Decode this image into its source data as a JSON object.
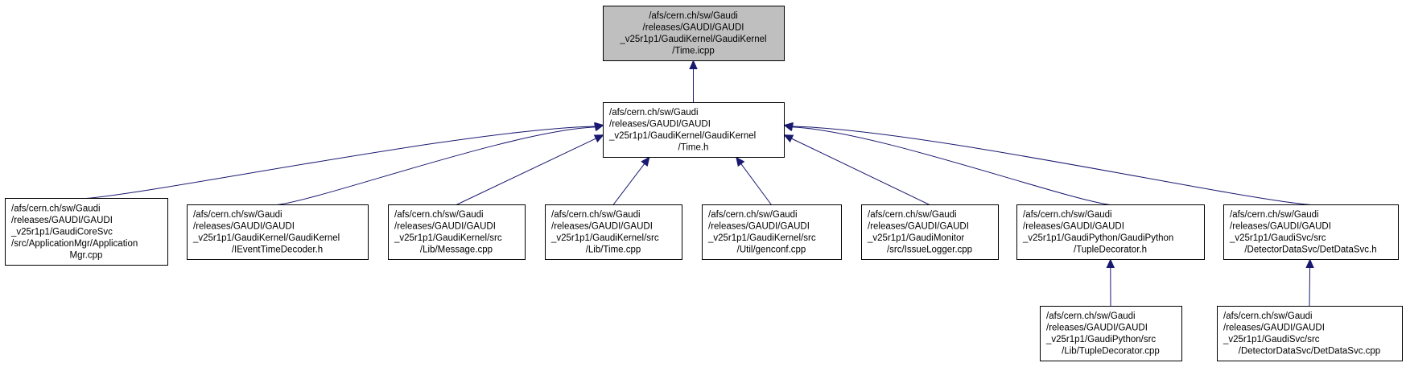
{
  "colors": {
    "edge": "#191970",
    "root_fill": "#bfbfbf",
    "node_fill": "#ffffff",
    "border": "#000000"
  },
  "nodes": [
    {
      "id": "root",
      "lines": [
        "/afs/cern.ch/sw/Gaudi",
        "/releases/GAUDI/GAUDI",
        "_v25r1p1/GaudiKernel/GaudiKernel",
        "/Time.icpp"
      ],
      "align": "center",
      "root": true
    },
    {
      "id": "time_h",
      "lines": [
        "/afs/cern.ch/sw/Gaudi",
        "/releases/GAUDI/GAUDI",
        "_v25r1p1/GaudiKernel/GaudiKernel",
        "/Time.h"
      ],
      "align": "center-last"
    },
    {
      "id": "appmgr",
      "lines": [
        "/afs/cern.ch/sw/Gaudi",
        "/releases/GAUDI/GAUDI",
        "_v25r1p1/GaudiCoreSvc",
        "/src/ApplicationMgr/Application",
        "Mgr.cpp"
      ],
      "align": "center-last"
    },
    {
      "id": "ieventtime",
      "lines": [
        "/afs/cern.ch/sw/Gaudi",
        "/releases/GAUDI/GAUDI",
        "_v25r1p1/GaudiKernel/GaudiKernel",
        "/IEventTimeDecoder.h"
      ],
      "align": "center-last"
    },
    {
      "id": "message",
      "lines": [
        "/afs/cern.ch/sw/Gaudi",
        "/releases/GAUDI/GAUDI",
        "_v25r1p1/GaudiKernel/src",
        "/Lib/Message.cpp"
      ],
      "align": "center-last"
    },
    {
      "id": "time_cpp",
      "lines": [
        "/afs/cern.ch/sw/Gaudi",
        "/releases/GAUDI/GAUDI",
        "_v25r1p1/GaudiKernel/src",
        "/Lib/Time.cpp"
      ],
      "align": "center-last"
    },
    {
      "id": "genconf",
      "lines": [
        "/afs/cern.ch/sw/Gaudi",
        "/releases/GAUDI/GAUDI",
        "_v25r1p1/GaudiKernel/src",
        "/Util/genconf.cpp"
      ],
      "align": "center-last"
    },
    {
      "id": "issuelogger",
      "lines": [
        "/afs/cern.ch/sw/Gaudi",
        "/releases/GAUDI/GAUDI",
        "_v25r1p1/GaudiMonitor",
        "/src/IssueLogger.cpp"
      ],
      "align": "center-last"
    },
    {
      "id": "tupledec_h",
      "lines": [
        "/afs/cern.ch/sw/Gaudi",
        "/releases/GAUDI/GAUDI",
        "_v25r1p1/GaudiPython/GaudiPython",
        "/TupleDecorator.h"
      ],
      "align": "center-last"
    },
    {
      "id": "detdatasvc_h",
      "lines": [
        "/afs/cern.ch/sw/Gaudi",
        "/releases/GAUDI/GAUDI",
        "_v25r1p1/GaudiSvc/src",
        "/DetectorDataSvc/DetDataSvc.h"
      ],
      "align": "center-last"
    },
    {
      "id": "tupledec_cpp",
      "lines": [
        "/afs/cern.ch/sw/Gaudi",
        "/releases/GAUDI/GAUDI",
        "_v25r1p1/GaudiPython/src",
        "/Lib/TupleDecorator.cpp"
      ],
      "align": "center-last"
    },
    {
      "id": "detdatasvc_cpp",
      "lines": [
        "/afs/cern.ch/sw/Gaudi",
        "/releases/GAUDI/GAUDI",
        "_v25r1p1/GaudiSvc/src",
        "/DetectorDataSvc/DetDataSvc.cpp"
      ],
      "align": "center-last"
    }
  ],
  "edges": [
    {
      "from": "time_h",
      "to": "root"
    },
    {
      "from": "appmgr",
      "to": "time_h"
    },
    {
      "from": "ieventtime",
      "to": "time_h"
    },
    {
      "from": "message",
      "to": "time_h"
    },
    {
      "from": "time_cpp",
      "to": "time_h"
    },
    {
      "from": "genconf",
      "to": "time_h"
    },
    {
      "from": "issuelogger",
      "to": "time_h"
    },
    {
      "from": "tupledec_h",
      "to": "time_h"
    },
    {
      "from": "detdatasvc_h",
      "to": "time_h"
    },
    {
      "from": "tupledec_cpp",
      "to": "tupledec_h"
    },
    {
      "from": "detdatasvc_cpp",
      "to": "detdatasvc_h"
    }
  ]
}
